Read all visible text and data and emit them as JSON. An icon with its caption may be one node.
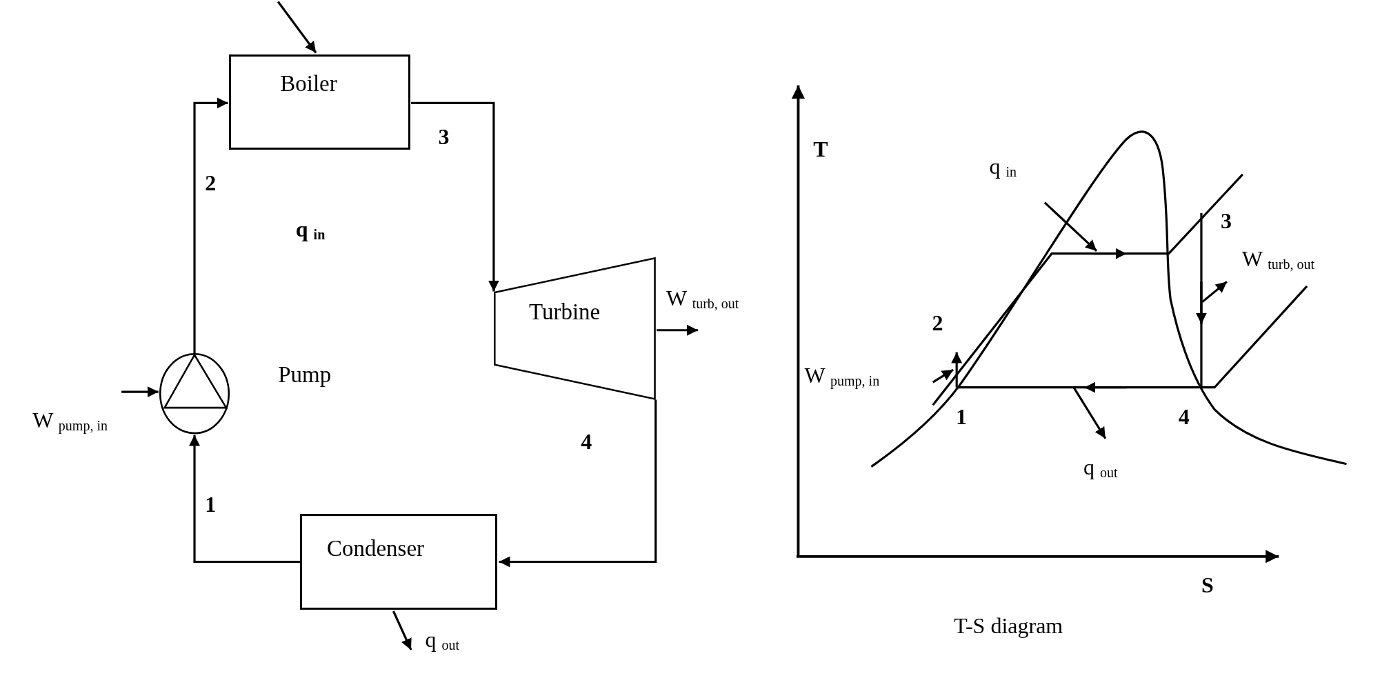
{
  "diagram": {
    "nodes": [
      {
        "text": [
          "Boiler"
        ]
      },
      {
        "text": [
          "Turbine"
        ]
      },
      {
        "text": [
          "Condenser"
        ]
      },
      {
        "text": [],
        "shape": "circle",
        "beside": [
          "Pump"
        ]
      },
      {
        "text": [
          "W $_{turb, out}$"
        ]
      },
      {
        "text": [
          "q $_{out}$"
        ]
      }
    ],
    "edges": [
      {
        "from": 3,
        "to": 0,
        "arrow": "to"
      },
      {
        "from": 0,
        "to": 1,
        "arrow": "to"
      },
      {
        "from": 1,
        "to": 2,
        "arrow": "to"
      },
      {
        "from": 2,
        "to": 3,
        "arrow": "to"
      },
      {
        "from": null,
        "to": 0,
        "arrow": "to"
      },
      {
        "from": null,
        "to": 3,
        "arrow": "to"
      },
      {
        "from": 1,
        "to": 4,
        "arrow": "to"
      },
      {
        "from": 2,
        "to": 5,
        "arrow": "to"
      }
    ],
    "labels": [
      "3",
      "2",
      "q $_{in}$",
      "W $_{pump, in}$",
      "4",
      "1",
      "T",
      "q $_{in}$",
      "3",
      "W $_{turb, out}$",
      "2",
      "W $_{pump, in}$",
      "1",
      "4",
      "q $_{out}$",
      "S",
      "T-S diagram"
    ]
  }
}
